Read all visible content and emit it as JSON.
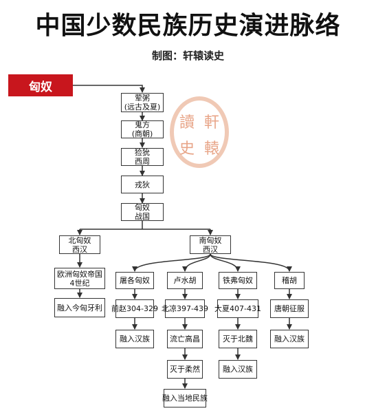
{
  "title": "中国少数民族历史演进脉络",
  "subtitle": "制图：轩辕读史",
  "root": "匈奴",
  "watermark": {
    "chars": [
      "讀",
      "軒",
      "史",
      "轅"
    ],
    "color": "#e8a588"
  },
  "colors": {
    "root_fill": "#c8161d",
    "line": "#333333"
  },
  "main_chain": [
    {
      "lines": [
        "荤粥",
        "(远古及夏)"
      ]
    },
    {
      "lines": [
        "鬼方",
        "(商朝)"
      ]
    },
    {
      "lines": [
        "猃狁",
        "西周"
      ]
    },
    {
      "lines": [
        "戎狄"
      ]
    },
    {
      "lines": [
        "匈奴",
        "战国"
      ]
    }
  ],
  "north": {
    "head": [
      "北匈奴",
      "西汉"
    ],
    "steps": [
      [
        "欧洲匈奴帝国",
        "4世纪"
      ],
      [
        "融入今匈牙利"
      ]
    ]
  },
  "south": {
    "head": [
      "南匈奴",
      "西汉"
    ],
    "branches": [
      {
        "name": "屠各匈奴",
        "steps": [
          "前赵304-329",
          "融入汉族"
        ]
      },
      {
        "name": "卢水胡",
        "steps": [
          "北凉397-439",
          "流亡高昌",
          "灭于柔然",
          "融入当地民族"
        ]
      },
      {
        "name": "铁弗匈奴",
        "steps": [
          "大夏407-431",
          "灭于北魏",
          "融入汉族"
        ]
      },
      {
        "name": "稽胡",
        "steps": [
          "唐朝征服",
          "融入汉族"
        ]
      }
    ]
  }
}
